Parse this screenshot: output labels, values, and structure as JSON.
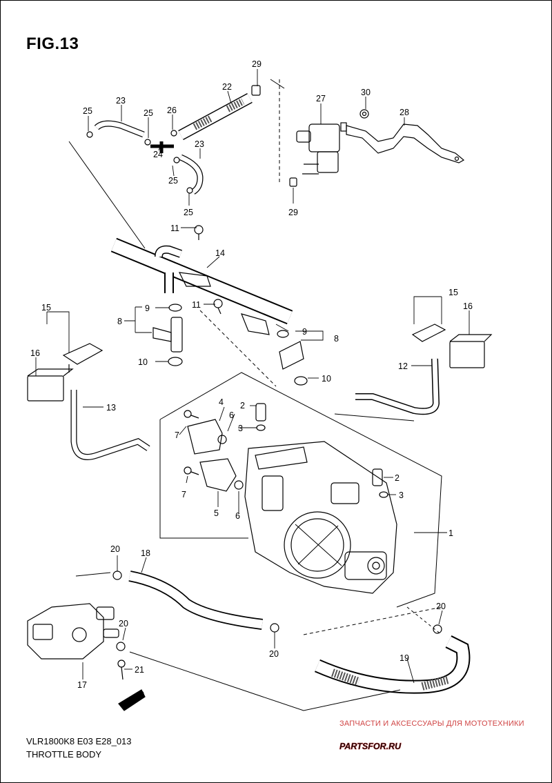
{
  "figure_label": "FIG.13",
  "caption": {
    "code": "VLR1800K8 E03 E28_013",
    "name": "THROTTLE BODY"
  },
  "watermark": {
    "tagline": "ЗАПЧАСТИ И АКСЕССУАРЫ ДЛЯ МОТОТЕХНИКИ",
    "logo_text": "PARTSFOR.RU",
    "color": "#d04444"
  },
  "direction_arrow": "FWD",
  "part_callouts": [
    "1",
    "2",
    "2",
    "3",
    "3",
    "4",
    "5",
    "6",
    "6",
    "7",
    "7",
    "8",
    "8",
    "9",
    "9",
    "10",
    "10",
    "11",
    "11",
    "12",
    "13",
    "14",
    "15",
    "15",
    "16",
    "16",
    "17",
    "18",
    "19",
    "20",
    "20",
    "20",
    "20",
    "21",
    "22",
    "23",
    "23",
    "24",
    "25",
    "25",
    "25",
    "25",
    "26",
    "27",
    "28",
    "29",
    "29",
    "30"
  ]
}
